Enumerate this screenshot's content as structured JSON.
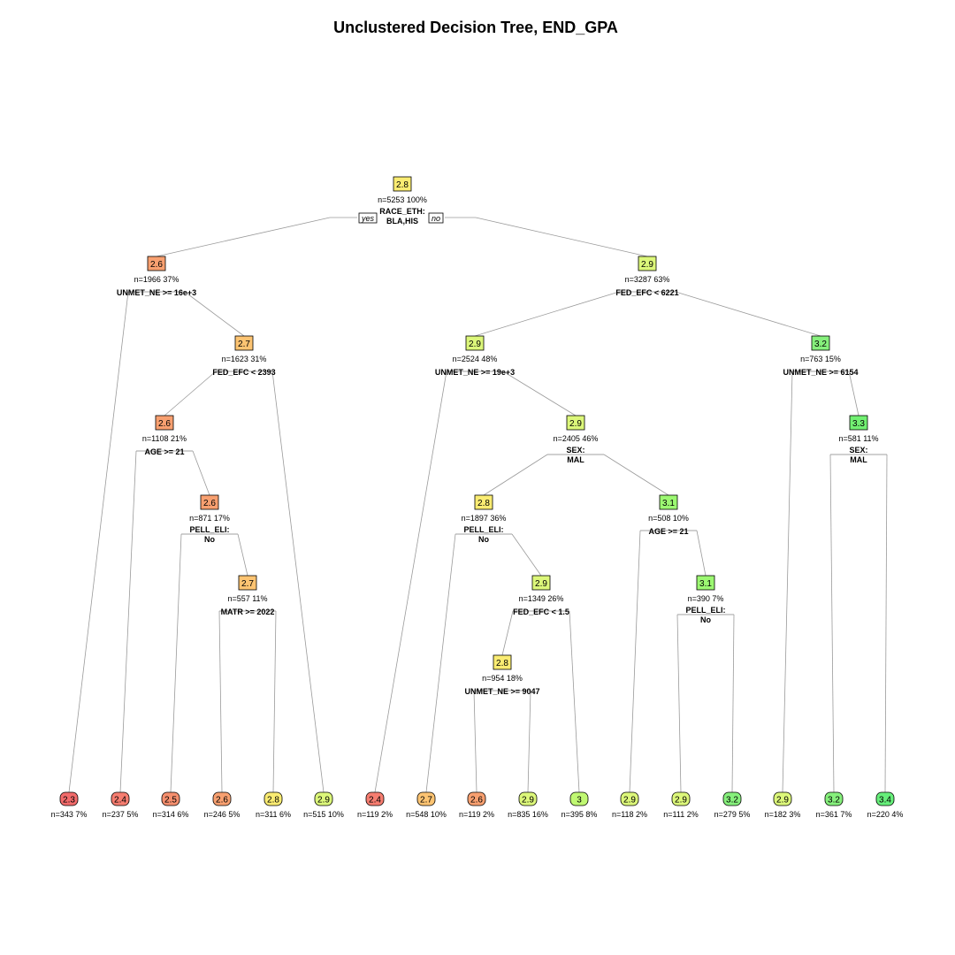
{
  "title": "Unclustered Decision Tree, END_GPA",
  "branch_labels": {
    "yes": "yes",
    "no": "no"
  },
  "colors": {
    "2.3": "#f26b6b",
    "2.4": "#f67d70",
    "2.5": "#f58f6e",
    "2.6": "#f8a070",
    "2.7": "#fdc472",
    "2.8": "#faec72",
    "2.9": "#dcf77a",
    "3": "#c0f872",
    "3.1": "#9cf872",
    "3.2": "#86f07c",
    "3.3": "#72f072",
    "3.4": "#66ee7a"
  },
  "nodes": [
    {
      "id": "root",
      "value": "2.8",
      "stats": "n=5253  100%",
      "split": [
        "RACE_ETH:",
        "BLA,HIS"
      ]
    },
    {
      "id": "L",
      "value": "2.6",
      "stats": "n=1966  37%",
      "split": [
        "UNMET_NE >= 16e+3"
      ]
    },
    {
      "id": "R",
      "value": "2.9",
      "stats": "n=3287  63%",
      "split": [
        "FED_EFC < 6221"
      ]
    },
    {
      "id": "L2",
      "value": "2.7",
      "stats": "n=1623  31%",
      "split": [
        "FED_EFC < 2393"
      ]
    },
    {
      "id": "L3",
      "value": "2.6",
      "stats": "n=1108  21%",
      "split": [
        "AGE >= 21"
      ]
    },
    {
      "id": "L4",
      "value": "2.6",
      "stats": "n=871  17%",
      "split": [
        "PELL_ELI:",
        "No"
      ]
    },
    {
      "id": "L5",
      "value": "2.7",
      "stats": "n=557  11%",
      "split": [
        "MATR >= 2022"
      ]
    },
    {
      "id": "RL",
      "value": "2.9",
      "stats": "n=2524  48%",
      "split": [
        "UNMET_NE >= 19e+3"
      ]
    },
    {
      "id": "RR",
      "value": "3.2",
      "stats": "n=763  15%",
      "split": [
        "UNMET_NE >= 6154"
      ]
    },
    {
      "id": "RL2",
      "value": "2.9",
      "stats": "n=2405  46%",
      "split": [
        "SEX:",
        "MAL"
      ]
    },
    {
      "id": "RL3a",
      "value": "2.8",
      "stats": "n=1897  36%",
      "split": [
        "PELL_ELI:",
        "No"
      ]
    },
    {
      "id": "RL3b",
      "value": "3.1",
      "stats": "n=508  10%",
      "split": [
        "AGE >= 21"
      ]
    },
    {
      "id": "RL4a",
      "value": "2.9",
      "stats": "n=1349  26%",
      "split": [
        "FED_EFC < 1.5"
      ]
    },
    {
      "id": "RL5a",
      "value": "2.8",
      "stats": "n=954  18%",
      "split": [
        "UNMET_NE >= 9047"
      ]
    },
    {
      "id": "RL4b",
      "value": "3.1",
      "stats": "n=390  7%",
      "split": [
        "PELL_ELI:",
        "No"
      ]
    },
    {
      "id": "RR2",
      "value": "3.3",
      "stats": "n=581  11%",
      "split": [
        "SEX:",
        "MAL"
      ]
    }
  ],
  "leaves": [
    {
      "id": "lf1",
      "value": "2.3",
      "stats": "n=343  7%"
    },
    {
      "id": "lf2",
      "value": "2.4",
      "stats": "n=237  5%"
    },
    {
      "id": "lf3",
      "value": "2.5",
      "stats": "n=314  6%"
    },
    {
      "id": "lf4",
      "value": "2.6",
      "stats": "n=246  5%"
    },
    {
      "id": "lf5",
      "value": "2.8",
      "stats": "n=311  6%"
    },
    {
      "id": "lf6",
      "value": "2.9",
      "stats": "n=515  10%"
    },
    {
      "id": "lf7",
      "value": "2.4",
      "stats": "n=119  2%"
    },
    {
      "id": "lf8",
      "value": "2.7",
      "stats": "n=548  10%"
    },
    {
      "id": "lf9",
      "value": "2.6",
      "stats": "n=119  2%"
    },
    {
      "id": "lf10",
      "value": "2.9",
      "stats": "n=835  16%"
    },
    {
      "id": "lf11",
      "value": "3",
      "stats": "n=395  8%"
    },
    {
      "id": "lf12",
      "value": "2.9",
      "stats": "n=118  2%"
    },
    {
      "id": "lf13",
      "value": "2.9",
      "stats": "n=111  2%"
    },
    {
      "id": "lf14",
      "value": "3.2",
      "stats": "n=279  5%"
    },
    {
      "id": "lf15",
      "value": "2.9",
      "stats": "n=182  3%"
    },
    {
      "id": "lf16",
      "value": "3.2",
      "stats": "n=361  7%"
    },
    {
      "id": "lf17",
      "value": "3.4",
      "stats": "n=220  4%"
    }
  ],
  "edges": [
    [
      "root",
      "L"
    ],
    [
      "root",
      "R"
    ],
    [
      "L",
      "lf1"
    ],
    [
      "L",
      "L2"
    ],
    [
      "L2",
      "L3"
    ],
    [
      "L2",
      "lf6"
    ],
    [
      "L3",
      "lf2"
    ],
    [
      "L3",
      "L4"
    ],
    [
      "L4",
      "lf3"
    ],
    [
      "L4",
      "L5"
    ],
    [
      "L5",
      "lf4"
    ],
    [
      "L5",
      "lf5"
    ],
    [
      "R",
      "RL"
    ],
    [
      "R",
      "RR"
    ],
    [
      "RL",
      "lf7"
    ],
    [
      "RL",
      "RL2"
    ],
    [
      "RL2",
      "RL3a"
    ],
    [
      "RL2",
      "RL3b"
    ],
    [
      "RL3a",
      "lf8"
    ],
    [
      "RL3a",
      "RL4a"
    ],
    [
      "RL4a",
      "RL5a"
    ],
    [
      "RL4a",
      "lf11"
    ],
    [
      "RL5a",
      "lf9"
    ],
    [
      "RL5a",
      "lf10"
    ],
    [
      "RL3b",
      "lf12"
    ],
    [
      "RL3b",
      "RL4b"
    ],
    [
      "RL4b",
      "lf13"
    ],
    [
      "RL4b",
      "lf14"
    ],
    [
      "RR",
      "lf15"
    ],
    [
      "RR",
      "RR2"
    ],
    [
      "RR2",
      "lf16"
    ],
    [
      "RR2",
      "lf17"
    ]
  ]
}
